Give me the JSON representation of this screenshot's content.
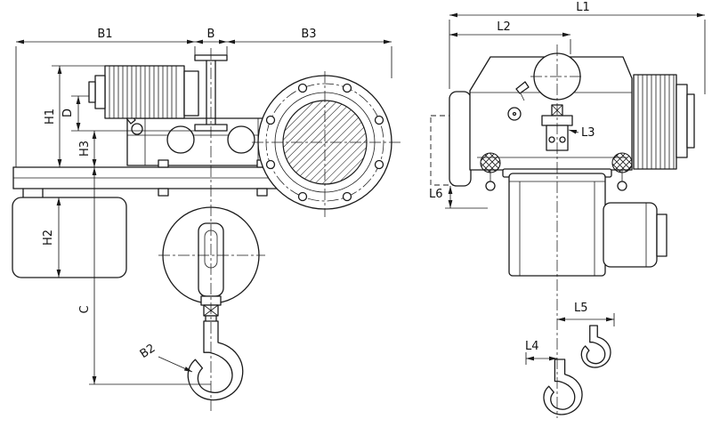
{
  "colors": {
    "line": "#1a1a1a",
    "background": "#ffffff"
  },
  "side_view": {
    "dims": {
      "b1": "B1",
      "b": "B",
      "b3": "B3",
      "h1": "H1",
      "d": "D",
      "h3": "H3",
      "h2": "H2",
      "c": "C",
      "b2": "B2"
    }
  },
  "end_view": {
    "dims": {
      "l1": "L1",
      "l2": "L2",
      "l3": "L3",
      "l4": "L4",
      "l5": "L5",
      "l6": "L6"
    }
  }
}
